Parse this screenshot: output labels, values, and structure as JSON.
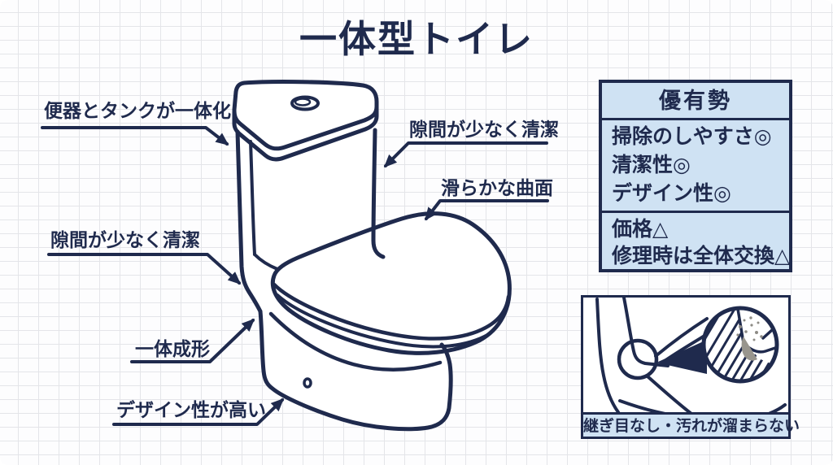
{
  "page": {
    "title": "一体型トイレ"
  },
  "colors": {
    "ink": "#1f2a4d",
    "panel_blue": "#cfe2f3",
    "grid": "#e4e5e9",
    "paper": "#fdfdfe",
    "dirt_gray": "#98958d"
  },
  "diagram": {
    "labels": [
      {
        "id": "tank-integrated",
        "text": "便器とタンクが一体化"
      },
      {
        "id": "gap-clean-top",
        "text": "隙間が少なく清潔"
      },
      {
        "id": "smooth-surface",
        "text": "滑らかな曲面"
      },
      {
        "id": "gap-clean-left",
        "text": "隙間が少なく清潔"
      },
      {
        "id": "one-piece-molding",
        "text": "一体成形"
      },
      {
        "id": "high-design",
        "text": "デザイン性が高い"
      }
    ]
  },
  "info_table": {
    "header": "優有勢",
    "pros": [
      "掃除のしやすさ◎",
      "清潔性◎",
      "デザイン性◎"
    ],
    "cons": [
      "価格△",
      "修理時は全体交換△"
    ]
  },
  "inset": {
    "caption": "継ぎ目なし・汚れが溜まらない"
  }
}
